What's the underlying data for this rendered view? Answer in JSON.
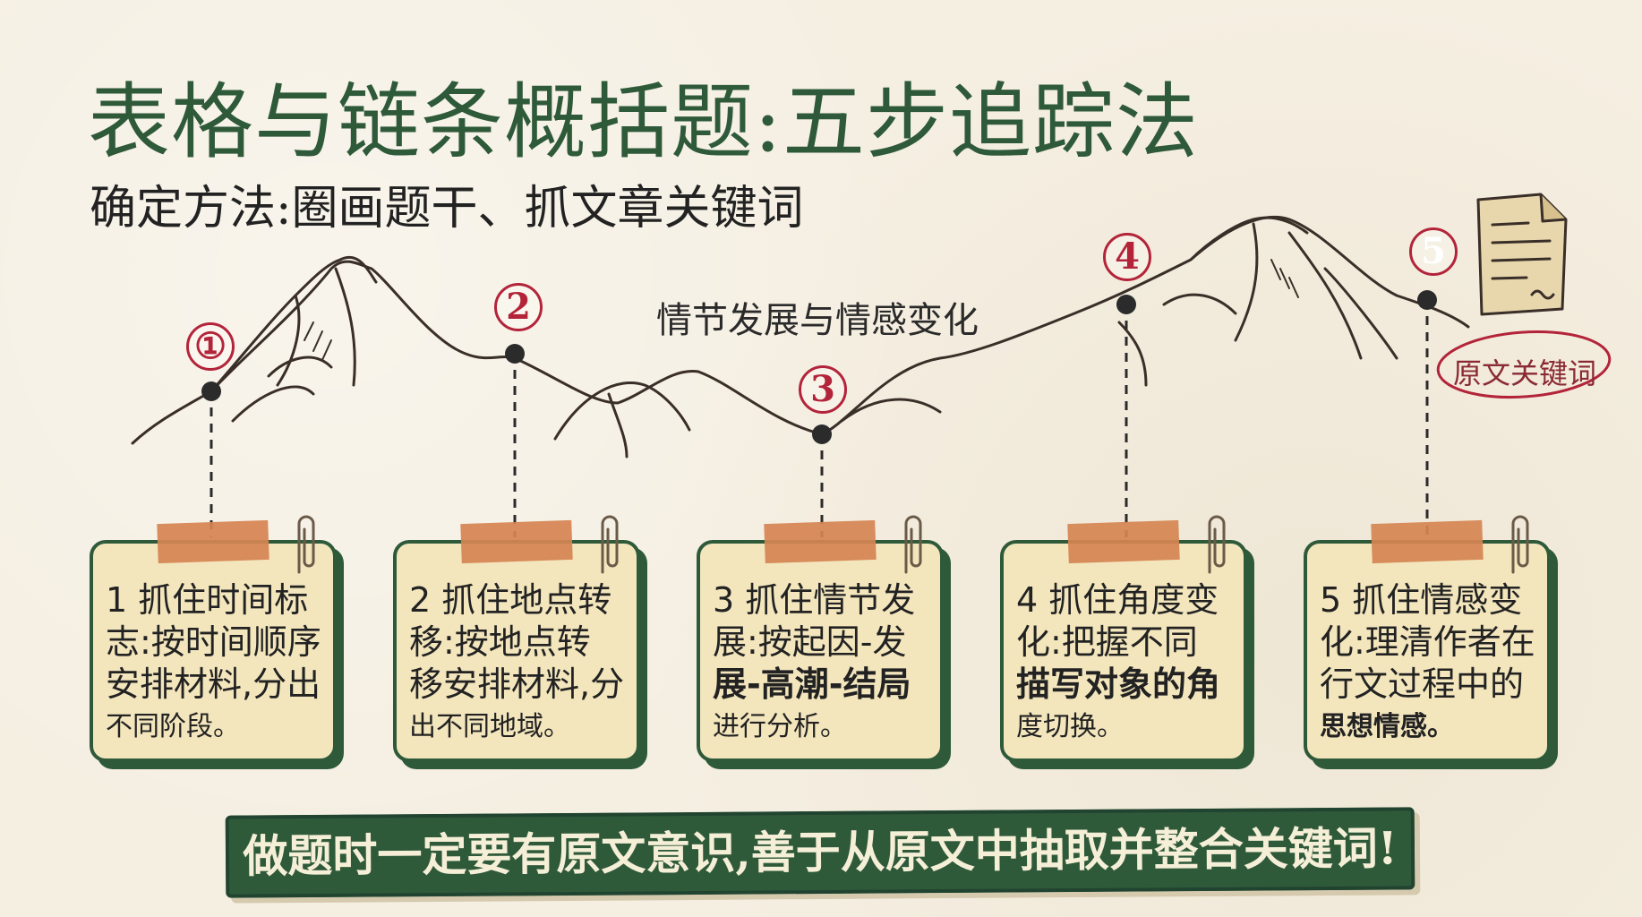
{
  "title": "表格与链条概括题:五步追踪法",
  "subtitle": "确定方法:圈画题干、抓文章关键词",
  "mountain_label": "情节发展与情感变化",
  "keyword_label": "原文关键词",
  "markers": [
    {
      "label": "①"
    },
    {
      "label": "2"
    },
    {
      "label": "3"
    },
    {
      "label": "4"
    },
    {
      "label": "5"
    }
  ],
  "cards": [
    {
      "lines": [
        "1 抓住时间标",
        "志:按时间顺序",
        "安排材料,分出",
        "不同阶段。"
      ]
    },
    {
      "lines": [
        "2 抓住地点转",
        "移:按地点转",
        "移安排材料,分",
        "出不同地域。"
      ]
    },
    {
      "lines": [
        "3 抓住情节发",
        "展:按起因-发",
        "展-高潮-结局",
        "进行分析。"
      ]
    },
    {
      "lines": [
        "4 抓住角度变",
        "化:把握不同",
        "描写对象的角",
        "度切换。"
      ]
    },
    {
      "lines": [
        "5 抓住情感变",
        "化:理清作者在",
        "行文过程中的",
        "思想情感。"
      ]
    }
  ],
  "banner": "做题时一定要有原文意识,善于从原文中抽取并整合关键词!",
  "colors": {
    "green": "#2f5a3a",
    "red": "#b3243a",
    "card": "#f3e6bd",
    "tape": "#d68452",
    "paper": "#f5efe2"
  },
  "icons": [
    "paperclip-icon",
    "document-icon",
    "mountain-illustration"
  ]
}
